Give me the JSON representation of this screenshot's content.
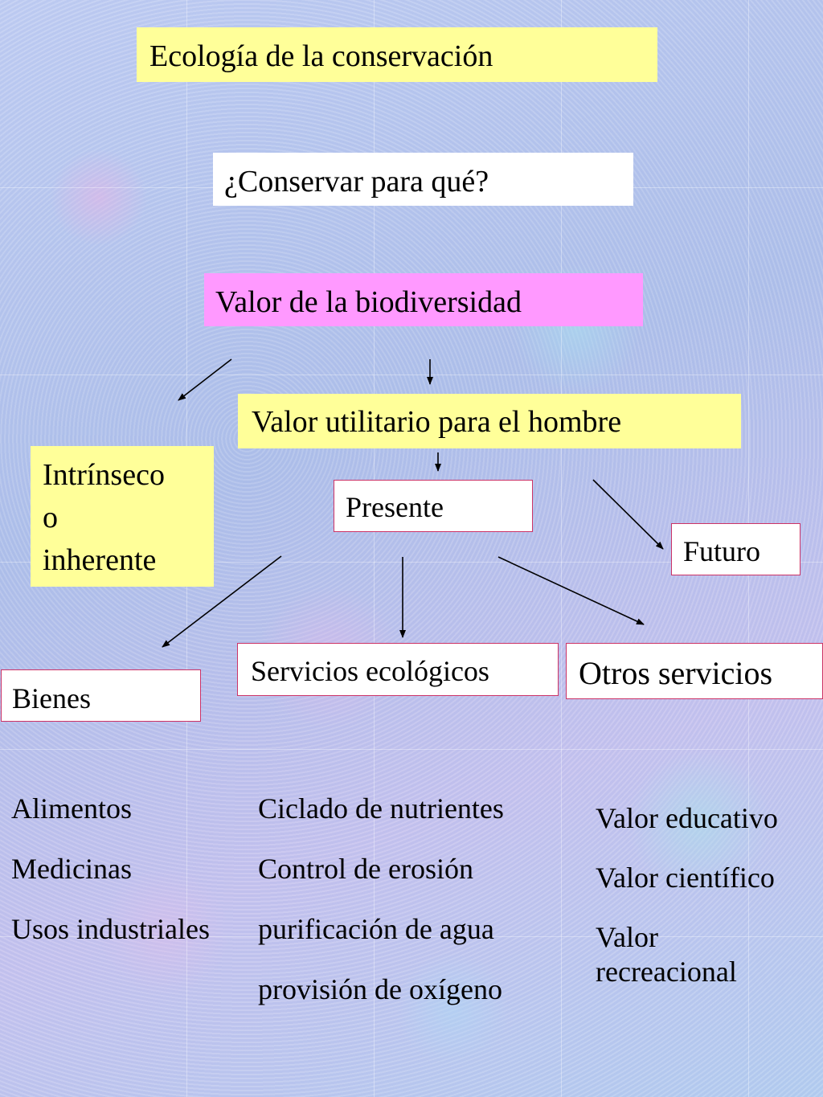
{
  "diagram": {
    "title": "Ecología de la conservación",
    "question": "¿Conservar para qué?",
    "value": "Valor de la biodiversidad",
    "intrinsic": {
      "line1": "Intrínseco",
      "line2": "o",
      "line3": "inherente"
    },
    "utilitarian": "Valor utilitario para el hombre",
    "present": "Presente",
    "future": "Futuro",
    "goods": "Bienes",
    "ecological_services": "Servicios ecológicos",
    "other_services": "Otros servicios",
    "goods_items": [
      "Alimentos",
      "Medicinas",
      "Usos industriales"
    ],
    "ecological_items": [
      "Ciclado de nutrientes",
      "Control de erosión",
      "purificación de agua",
      "provisión de oxígeno"
    ],
    "other_items": [
      "Valor educativo",
      "Valor científico",
      "Valor recreacional"
    ]
  },
  "colors": {
    "yellow_box": "#ffff99",
    "pink_box": "#ff99ff",
    "box_border": "#cc3366",
    "background": "#b4c6ee"
  }
}
